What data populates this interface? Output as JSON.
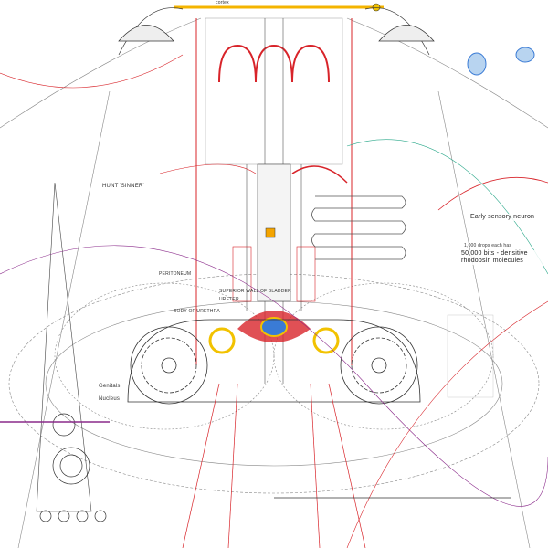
{
  "labels": {
    "hunt": "HUNT 'SINNER'",
    "peritoneum": "PERITONEUM",
    "superior_wall": "SUPERIOR WALL OF BLADDER",
    "ureter": "URETER",
    "body_urethra": "BODY OF URETHRA",
    "genitals": "Genitals",
    "nucleus": "Nucleus",
    "sensory": "Early sensory neuron",
    "drops": "1,000 drops each has",
    "molecules": "50,000 bits - densitive rhodopsin molecules",
    "cortex": "cortex"
  },
  "colors": {
    "red": "#d8242a",
    "yellow": "#f2c200",
    "orange_bar": "#f4b400",
    "gray_line": "#777777",
    "purple": "#8a2a8a",
    "teal": "#2aa88a",
    "blue": "#3a7bd5"
  }
}
